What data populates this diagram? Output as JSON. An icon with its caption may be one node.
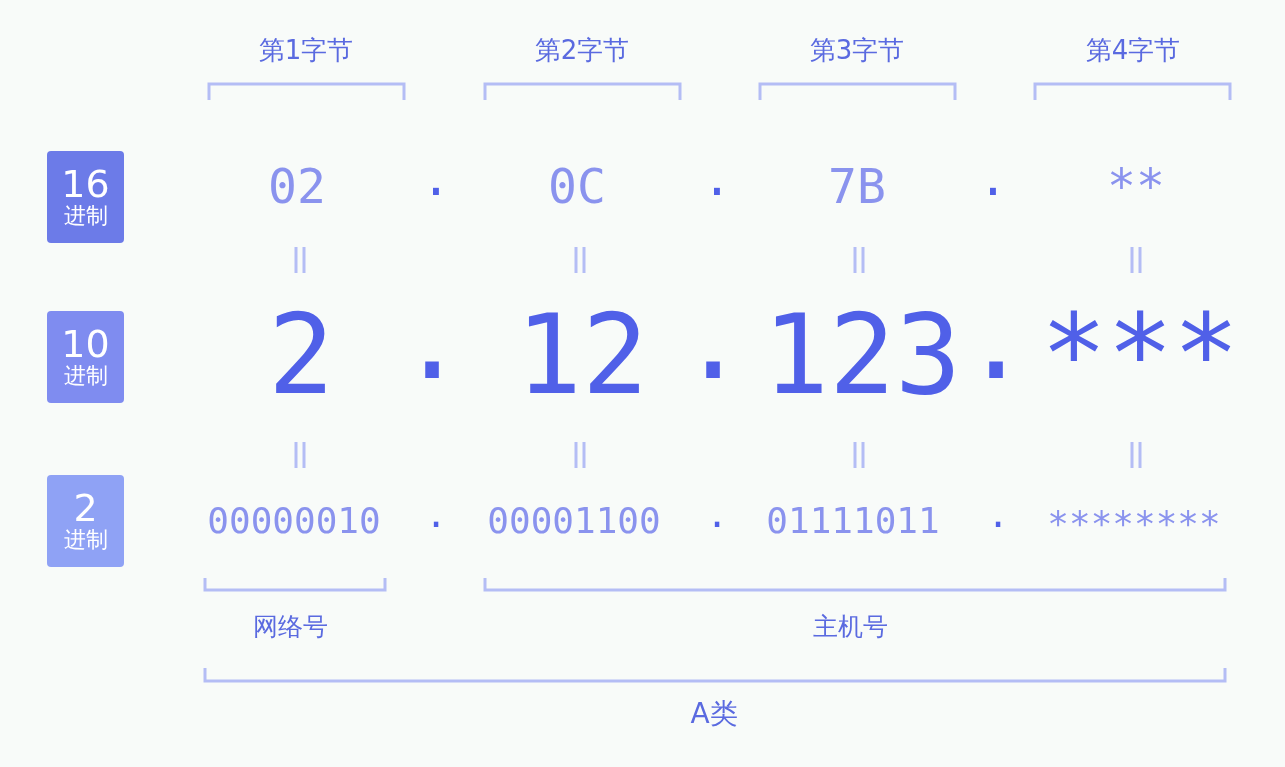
{
  "diagram": {
    "nodes": [
      {
        "text": [
          "16",
          "进制"
        ]
      },
      {
        "text": [
          "10",
          "进制"
        ]
      },
      {
        "text": [
          "2",
          "进制"
        ]
      }
    ],
    "labels": [
      "第1字节",
      "第2字节",
      "第3字节",
      "第4字节",
      "02",
      ".",
      "0C",
      ".",
      "7B",
      ".",
      "**",
      "2",
      ".",
      "12",
      ".",
      "123",
      ".",
      "***",
      "00000010",
      ".",
      "00001100",
      ".",
      "01111011",
      ".",
      "********",
      "网络号",
      "主机号",
      "A类"
    ]
  }
}
